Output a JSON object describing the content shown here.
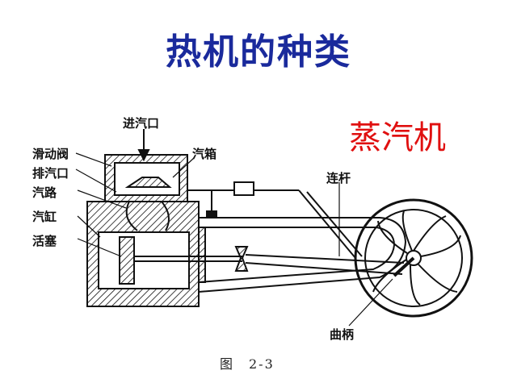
{
  "title": "热机的种类",
  "subtitle": "蒸汽机",
  "labels": {
    "inlet": "进汽口",
    "slide_valve": "滑动阀",
    "exhaust": "排汽口",
    "passage": "汽路",
    "cylinder": "汽缸",
    "piston": "活塞",
    "steam_chamber": "汽箱",
    "connecting_rod": "连杆",
    "crank": "曲柄"
  },
  "caption": "图　2-3",
  "colors": {
    "title": "#1a2a9c",
    "subtitle": "#e01010",
    "ink": "#111111"
  }
}
